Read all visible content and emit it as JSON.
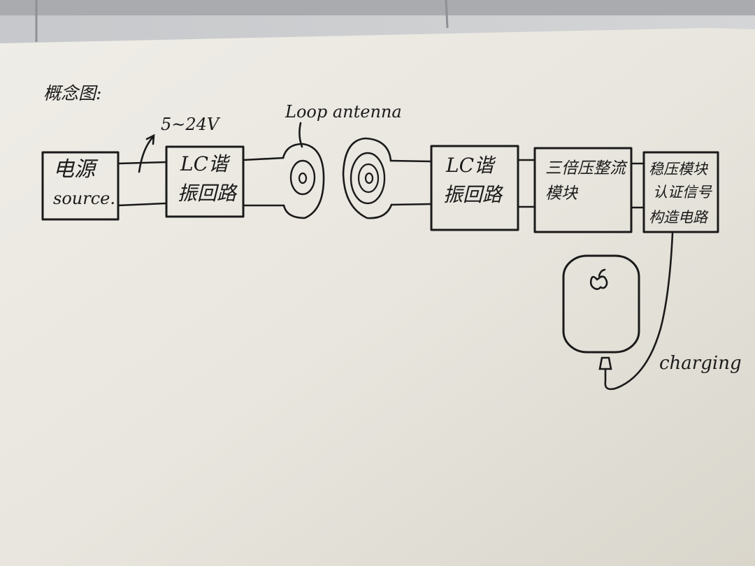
{
  "diagram": {
    "title": "概念图:",
    "voltage_label": "5~24V",
    "antenna_label": "Loop antenna",
    "charging_label": "charging",
    "blocks": [
      {
        "id": "power",
        "lines": [
          "电源",
          "source."
        ]
      },
      {
        "id": "lc-tx",
        "lines": [
          "LC谐",
          "振回路"
        ]
      },
      {
        "id": "lc-rx",
        "lines": [
          "LC谐",
          "振回路"
        ]
      },
      {
        "id": "rectifier",
        "lines": [
          "三倍压整流",
          "模块"
        ]
      },
      {
        "id": "regulator",
        "lines": [
          "稳压模块",
          "认证信号",
          "构造电路"
        ]
      }
    ],
    "device": {
      "icon": "apple-logo-icon"
    }
  }
}
